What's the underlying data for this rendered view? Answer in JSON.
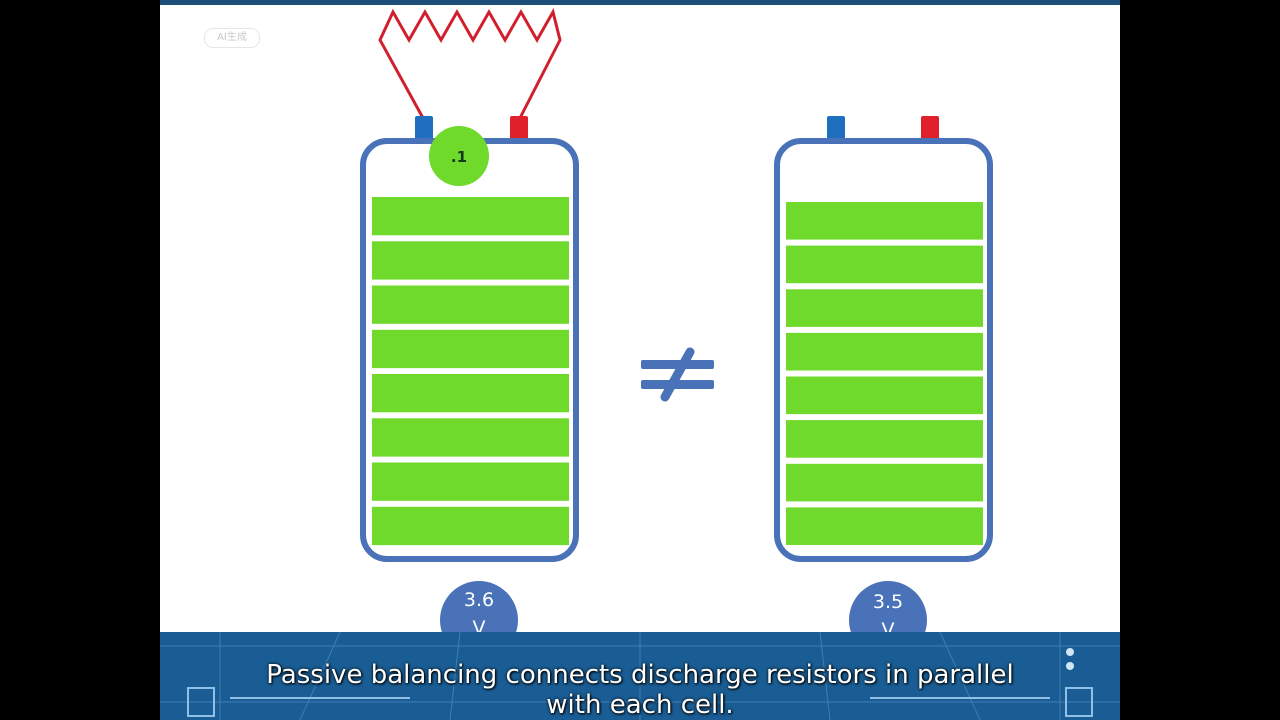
{
  "watermark": {
    "text": "AI生成"
  },
  "left_cell": {
    "voltage_value": "3.6",
    "voltage_unit": "V",
    "badge_label": ".1",
    "segments": 8,
    "fill_color": "#6fd92c"
  },
  "right_cell": {
    "voltage_value": "3.5",
    "voltage_unit": "V",
    "segments": 8,
    "fill_color": "#6fd92c"
  },
  "comparison": {
    "icon": "not-equal-icon"
  },
  "resistor": {
    "icon": "resistor-zigzag-icon",
    "color": "#d0202e"
  },
  "colors": {
    "cell_outline": "#4a72b8",
    "terminal_negative": "#1f6fc0",
    "terminal_positive": "#e0202a",
    "voltage_badge": "#4a72b8",
    "caption_bar": "#1a5d94"
  },
  "caption": {
    "line1": "Passive balancing connects discharge resistors in parallel",
    "line2": "with each cell."
  }
}
